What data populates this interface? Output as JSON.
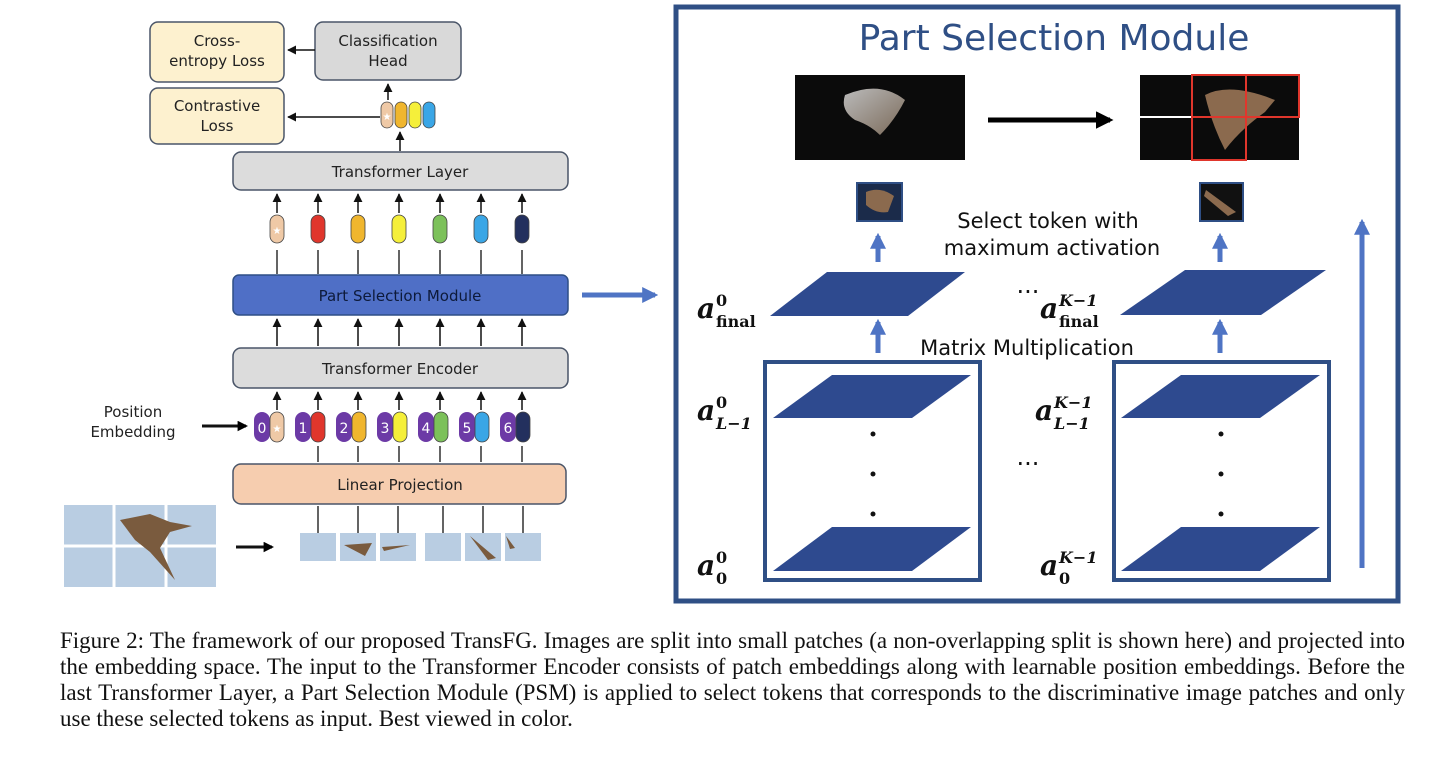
{
  "figure": {
    "left": {
      "losses": {
        "cross_entropy": [
          "Cross-",
          "entropy Loss"
        ],
        "contrastive": [
          "Contrastive",
          "Loss"
        ]
      },
      "classification_head": [
        "Classification",
        "Head"
      ],
      "transformer_layer": "Transformer Layer",
      "part_selection_module": "Part Selection Module",
      "transformer_encoder": "Transformer Encoder",
      "position_embedding": [
        "Position",
        "Embedding"
      ],
      "linear_projection": "Linear Projection",
      "position_numbers": [
        "0",
        "1",
        "2",
        "3",
        "4",
        "5",
        "6"
      ],
      "token_colors": [
        "#e9c6a2",
        "#e0362c",
        "#f0b62e",
        "#f5ef3a",
        "#7cc15a",
        "#3aa6e6",
        "#23305e"
      ],
      "cls_token_color": "#efc9a6",
      "position_color": "#6c3aa6"
    },
    "right": {
      "title": "Part Selection Module",
      "select_text": [
        "Select token with",
        "maximum activation"
      ],
      "matrix_mult": "Matrix Multiplication",
      "labels": {
        "a_final_0": {
          "base": "a",
          "sup": "0",
          "sub": "final"
        },
        "a_final_k": {
          "base": "a",
          "sup": "K−1",
          "sub": "final"
        },
        "a_L1_0": {
          "base": "a",
          "sup": "0",
          "sub": "L−1"
        },
        "a_L1_k": {
          "base": "a",
          "sup": "K−1",
          "sub": "L−1"
        },
        "a_0_0": {
          "base": "a",
          "sup": "0",
          "sub": "0"
        },
        "a_0_k": {
          "base": "a",
          "sup": "K−1",
          "sub": "0"
        }
      },
      "ellipsis": "···",
      "plane_color": "#2e4a8f",
      "border_color": "#2f4f85"
    }
  },
  "caption": "Figure 2: The framework of our proposed TransFG. Images are split into small patches (a non-overlapping split is shown here) and projected into the embedding space. The input to the Transformer Encoder consists of patch embeddings along with learnable position embeddings. Before the last Transformer Layer, a Part Selection Module (PSM) is applied to select tokens that corresponds to the discriminative image patches and only use these selected tokens as input. Best viewed in color."
}
